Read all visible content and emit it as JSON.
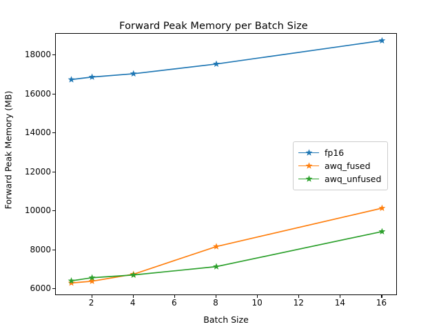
{
  "chart_data": {
    "type": "line",
    "title": "Forward Peak Memory per Batch Size",
    "xlabel": "Batch Size",
    "ylabel": "Forward Peak Memory (MB)",
    "x": [
      1,
      2,
      4,
      8,
      16
    ],
    "xlim": [
      0.25,
      16.75
    ],
    "ylim": [
      5650,
      19100
    ],
    "xticks": [
      2,
      4,
      6,
      8,
      10,
      12,
      14,
      16
    ],
    "xtick_labels": [
      "2",
      "4",
      "6",
      "8",
      "10",
      "12",
      "14",
      "16"
    ],
    "yticks": [
      6000,
      8000,
      10000,
      12000,
      14000,
      16000,
      18000
    ],
    "ytick_labels": [
      "6000",
      "8000",
      "10000",
      "12000",
      "14000",
      "16000",
      "18000"
    ],
    "grid": false,
    "marker": "star",
    "legend_position": "center right",
    "series": [
      {
        "name": "fp16",
        "color": "#1f77b4",
        "values": [
          16750,
          16880,
          17050,
          17550,
          18750
        ]
      },
      {
        "name": "awq_fused",
        "color": "#ff7f0e",
        "values": [
          6310,
          6400,
          6760,
          8180,
          10150
        ]
      },
      {
        "name": "awq_unfused",
        "color": "#2ca02c",
        "values": [
          6420,
          6580,
          6720,
          7150,
          8950
        ]
      }
    ]
  },
  "legend": {
    "entries": [
      {
        "label": "fp16"
      },
      {
        "label": "awq_fused"
      },
      {
        "label": "awq_unfused"
      }
    ]
  },
  "icons": {
    "marker": "star-marker-icon"
  }
}
